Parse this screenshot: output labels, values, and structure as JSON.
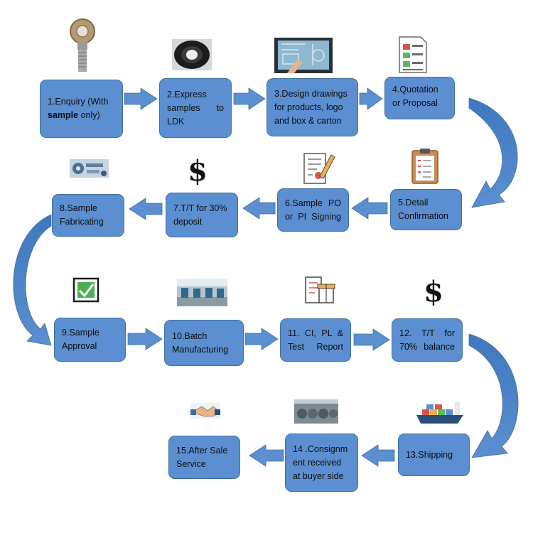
{
  "steps": [
    {
      "id": 1,
      "text_before": "1.Enquiry (With\n",
      "bold": "sample",
      "text_after": " only)",
      "icon": "rod-end-bearing-icon"
    },
    {
      "id": 2,
      "text": "2.Express\nsamples to\nLDK",
      "icon": "bearing-sample-icon"
    },
    {
      "id": 3,
      "text": "3.Design drawings\nfor products, logo\nand box & carton",
      "icon": "design-monitor-icon"
    },
    {
      "id": 4,
      "text": "4.Quotation\nor Proposal",
      "icon": "quotation-document-icon"
    },
    {
      "id": 5,
      "text": "5.Detail\nConfirmation",
      "icon": "clipboard-checklist-icon"
    },
    {
      "id": 6,
      "text": "6.Sample PO\nor PI Signing",
      "icon": "contract-signing-icon"
    },
    {
      "id": 7,
      "text": "7.T/T for 30%\ndeposit",
      "icon": "dollar-icon"
    },
    {
      "id": 8,
      "text": "8.Sample\nFabricating",
      "icon": "machined-parts-icon"
    },
    {
      "id": 9,
      "text": "9.Sample\nApproval",
      "icon": "checkbox-approved-icon"
    },
    {
      "id": 10,
      "text": "10.Batch\nManufacturing",
      "icon": "factory-floor-icon"
    },
    {
      "id": 11,
      "text": "11. CI, PL &\nTest Report",
      "icon": "report-gift-icon"
    },
    {
      "id": 12,
      "text": "12. T/T for\n70% balance",
      "icon": "dollar-icon"
    },
    {
      "id": 13,
      "text": "13.Shipping",
      "icon": "cargo-ship-icon"
    },
    {
      "id": 14,
      "text": "14 .Consignm\nent received\nat buyer side",
      "icon": "warehouse-icon"
    },
    {
      "id": 15,
      "text": "15.After Sale\nService",
      "icon": "handshake-icon"
    }
  ],
  "symbols": {
    "dollar": "$"
  },
  "colors": {
    "box_fill": "#5b8fd1",
    "box_border": "#41719c",
    "arrow_fill": "#5b8fd1",
    "text": "#0d0d0d"
  }
}
